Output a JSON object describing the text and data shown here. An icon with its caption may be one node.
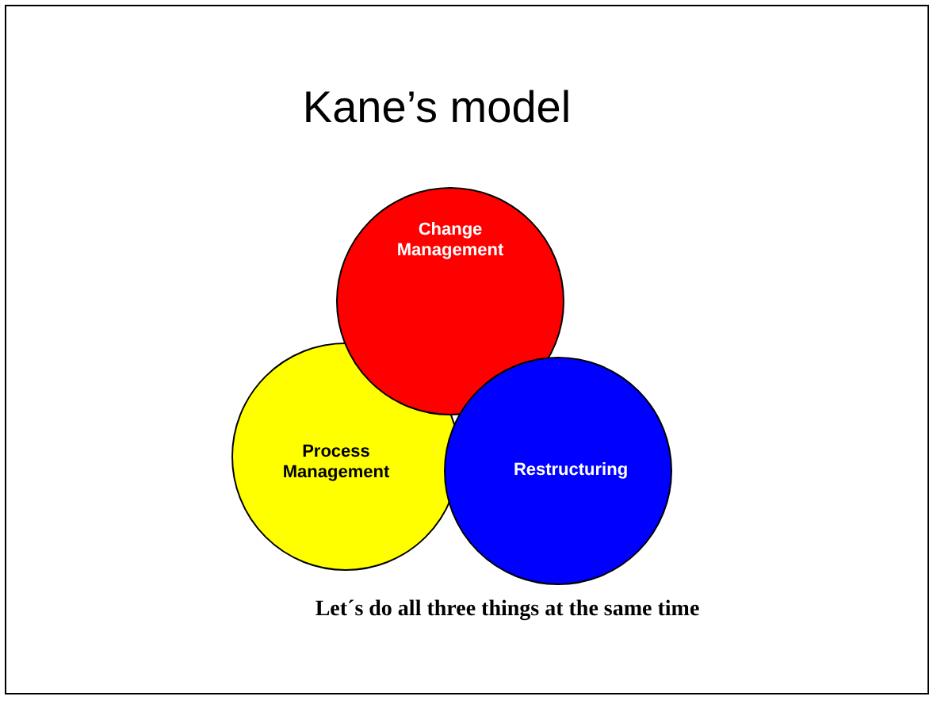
{
  "diagram": {
    "title": "Kane’s model",
    "nodes": [
      {
        "text": [
          "Change Management"
        ]
      },
      {
        "text": [
          "Process Management"
        ]
      },
      {
        "text": [
          "Restructuring"
        ]
      }
    ],
    "caption": "Let´s do all three things at the same time"
  }
}
